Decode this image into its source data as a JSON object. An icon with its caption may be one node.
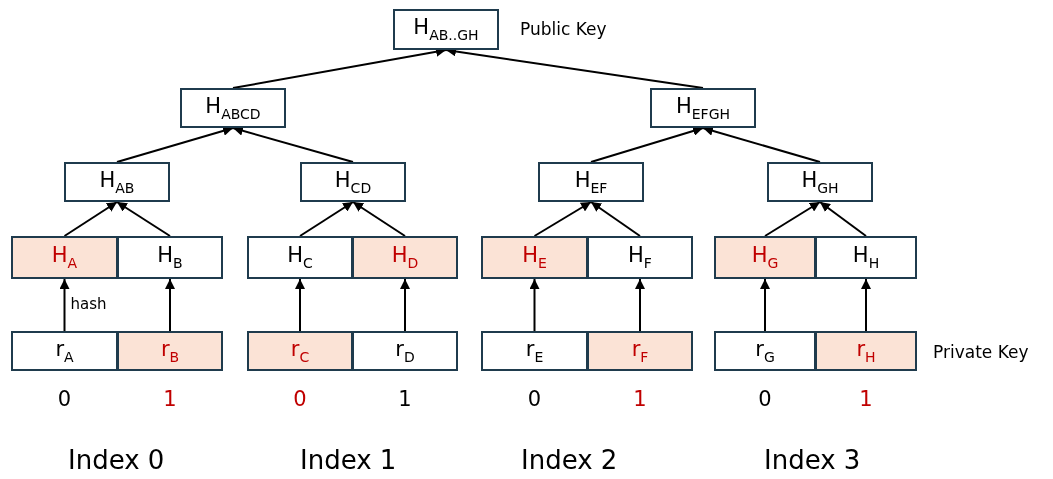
{
  "diagram": {
    "nodes": [
      {
        "text": [
          "H$_{AB..GH}$"
        ],
        "beside": [
          "Public Key"
        ]
      },
      {
        "text": [
          "H$_{ABCD}$"
        ]
      },
      {
        "text": [
          "H$_{EFGH}$"
        ]
      },
      {
        "text": [
          "H$_{AB}$"
        ]
      },
      {
        "text": [
          "H$_{CD}$"
        ]
      },
      {
        "text": [
          "H$_{EF}$"
        ]
      },
      {
        "text": [
          "H$_{GH}$"
        ]
      },
      {
        "text": [
          "H$_{A}$"
        ]
      },
      {
        "text": [
          "H$_{B}$"
        ]
      },
      {
        "text": [
          "H$_{C}$"
        ]
      },
      {
        "text": [
          "H$_{D}$"
        ]
      },
      {
        "text": [
          "H$_{E}$"
        ]
      },
      {
        "text": [
          "H$_{F}$"
        ]
      },
      {
        "text": [
          "H$_{G}$"
        ]
      },
      {
        "text": [
          "H$_{H}$"
        ]
      },
      {
        "text": [
          "r$_{A}$"
        ],
        "beside": [
          "0"
        ]
      },
      {
        "text": [
          "r$_{B}$"
        ],
        "beside": [
          "1"
        ]
      },
      {
        "text": [
          "r$_{C}$"
        ],
        "beside": [
          "0"
        ]
      },
      {
        "text": [
          "r$_{D}$"
        ],
        "beside": [
          "1"
        ]
      },
      {
        "text": [
          "r$_{E}$"
        ],
        "beside": [
          "0"
        ]
      },
      {
        "text": [
          "r$_{F}$"
        ],
        "beside": [
          "1"
        ]
      },
      {
        "text": [
          "r$_{G}$"
        ],
        "beside": [
          "0"
        ]
      },
      {
        "text": [
          "r$_{H}$"
        ],
        "beside": [
          "1"
        ]
      }
    ],
    "edges": [
      {
        "from": 1,
        "to": 0,
        "arrow": "to"
      },
      {
        "from": 2,
        "to": 0,
        "arrow": "to"
      },
      {
        "from": 3,
        "to": 1,
        "arrow": "to"
      },
      {
        "from": 4,
        "to": 1,
        "arrow": "to"
      },
      {
        "from": 5,
        "to": 2,
        "arrow": "to"
      },
      {
        "from": 6,
        "to": 2,
        "arrow": "to"
      },
      {
        "from": 7,
        "to": 3,
        "arrow": "to"
      },
      {
        "from": 8,
        "to": 3,
        "arrow": "to"
      },
      {
        "from": 9,
        "to": 4,
        "arrow": "to"
      },
      {
        "from": 10,
        "to": 4,
        "arrow": "to"
      },
      {
        "from": 11,
        "to": 5,
        "arrow": "to"
      },
      {
        "from": 12,
        "to": 5,
        "arrow": "to"
      },
      {
        "from": 13,
        "to": 6,
        "arrow": "to"
      },
      {
        "from": 14,
        "to": 6,
        "arrow": "to"
      },
      {
        "from": 15,
        "to": 7,
        "arrow": "to",
        "label": "hash"
      },
      {
        "from": 16,
        "to": 8,
        "arrow": "to"
      },
      {
        "from": 17,
        "to": 9,
        "arrow": "to"
      },
      {
        "from": 18,
        "to": 10,
        "arrow": "to"
      },
      {
        "from": 19,
        "to": 11,
        "arrow": "to"
      },
      {
        "from": 20,
        "to": 12,
        "arrow": "to"
      },
      {
        "from": 21,
        "to": 13,
        "arrow": "to"
      },
      {
        "from": 22,
        "to": 14,
        "arrow": "to"
      }
    ],
    "labels": [
      "Private Key",
      "Index 0",
      "Index 1",
      "Index 2",
      "Index 3"
    ]
  }
}
